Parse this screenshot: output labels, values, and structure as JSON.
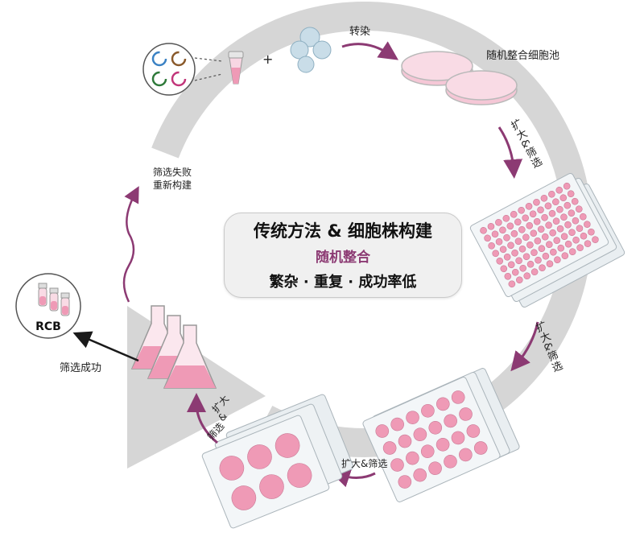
{
  "center": {
    "title": "传统方法 & 细胞株构建",
    "subtitle": "随机整合",
    "description": "繁杂 · 重复 · 成功率低"
  },
  "steps": {
    "plus": "+",
    "transfection": "转染",
    "random_pool": "随机整合细胞池",
    "expand_screen_1": "扩大&筛选",
    "expand_screen_2": "扩大&筛选",
    "expand_screen_3": "扩大&筛选",
    "expand_screen_4_line1": "扩大",
    "expand_screen_4_line2": "&",
    "expand_screen_4_line3": "筛选",
    "screen_success": "筛选成功",
    "screen_fail_line1": "筛选失败",
    "screen_fail_line2": "重新构建"
  },
  "rcb": {
    "label": "RCB"
  },
  "colors": {
    "ring": "#d6d6d6",
    "arrow": "#8c3a73",
    "pink": "#ef9ab6",
    "plate": "#e9eef1",
    "subtitle": "#8c3a73"
  }
}
